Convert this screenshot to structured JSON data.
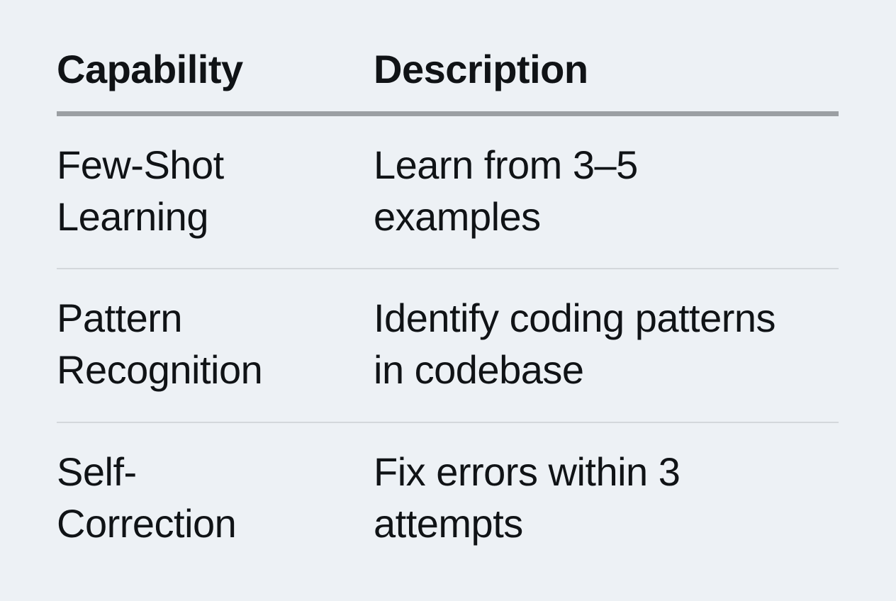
{
  "colors": {
    "background": "#edf1f5",
    "text": "#101316",
    "divider-strong": "#9b9fa3",
    "divider-light": "#d3d7db"
  },
  "table": {
    "columns": [
      {
        "label": "Capability"
      },
      {
        "label": "Description"
      }
    ],
    "rows": [
      {
        "capability": "Few-Shot\nLearning",
        "description": "Learn from 3–5\nexamples"
      },
      {
        "capability": "Pattern\nRecognition",
        "description": "Identify coding patterns\nin codebase"
      },
      {
        "capability": "Self-\nCorrection",
        "description": "Fix errors within 3\nattempts"
      }
    ]
  }
}
